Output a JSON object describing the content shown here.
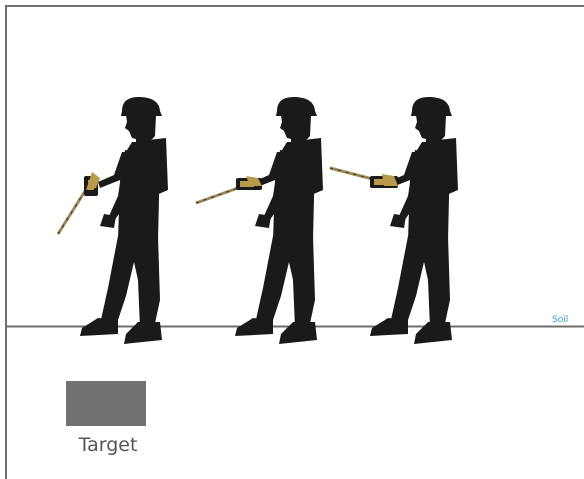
{
  "labels": {
    "soil": "Soil",
    "target": "Target"
  },
  "colors": {
    "frame": "#6e6e6e",
    "ground_line": "#6e6e6e",
    "silhouette": "#1a1a1a",
    "soil_text": "#29a3dc",
    "target_box": "#717174",
    "target_text": "#555555",
    "detector_rod": "#9c8a5a",
    "detector_head": "#b89b4a"
  },
  "figures": [
    {
      "name": "figure-1",
      "detector": "tilted-down"
    },
    {
      "name": "figure-2",
      "detector": "angled-forward"
    },
    {
      "name": "figure-3",
      "detector": "level"
    }
  ]
}
